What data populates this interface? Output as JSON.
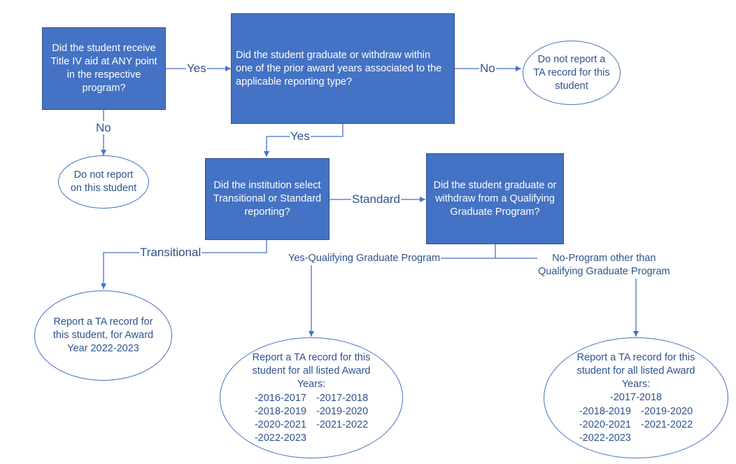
{
  "nodes": {
    "q_title_iv": "Did the student receive Title IV aid at ANY point in the respective program?",
    "q_graduate_withdraw": "Did the student graduate or withdraw within one of the prior award years associated to the applicable reporting type?",
    "q_reporting_type": "Did the institution select Transitional or Standard reporting?",
    "q_qualifying_program": "Did the student graduate or withdraw from a Qualifying Graduate Program?"
  },
  "outcomes": {
    "do_not_report_student": "Do not report on this student",
    "do_not_report_ta": "Do not report a TA record for this student",
    "report_transitional": "Report a TA record for this student, for Award Year 2022-2023",
    "report_qualifying": {
      "heading": "Report a TA record for this student for all listed Award Years:",
      "years": [
        "-2016-2017",
        "-2017-2018",
        "-2018-2019",
        "-2019-2020",
        "-2020-2021",
        "-2021-2022",
        "-2022-2023"
      ]
    },
    "report_other": {
      "heading": "Report a TA record for this student for all listed Award Years:",
      "first_year": "-2017-2018",
      "years": [
        "-2018-2019",
        "-2019-2020",
        "-2020-2021",
        "-2021-2022",
        "-2022-2023"
      ]
    }
  },
  "edges": {
    "yes_1": "Yes",
    "no_1": "No",
    "no_2": "No",
    "yes_2": "Yes",
    "standard": "Standard",
    "transitional": "Transitional",
    "yes_qualifying": "Yes-Qualifying Graduate Program",
    "no_program": "No-Program other than\nQualifying Graduate Program"
  },
  "colors": {
    "box_fill": "#4472c4",
    "box_border": "#2f528f",
    "line": "#4472c4",
    "text_light": "#ffffff",
    "text_dark": "#2f528f"
  }
}
